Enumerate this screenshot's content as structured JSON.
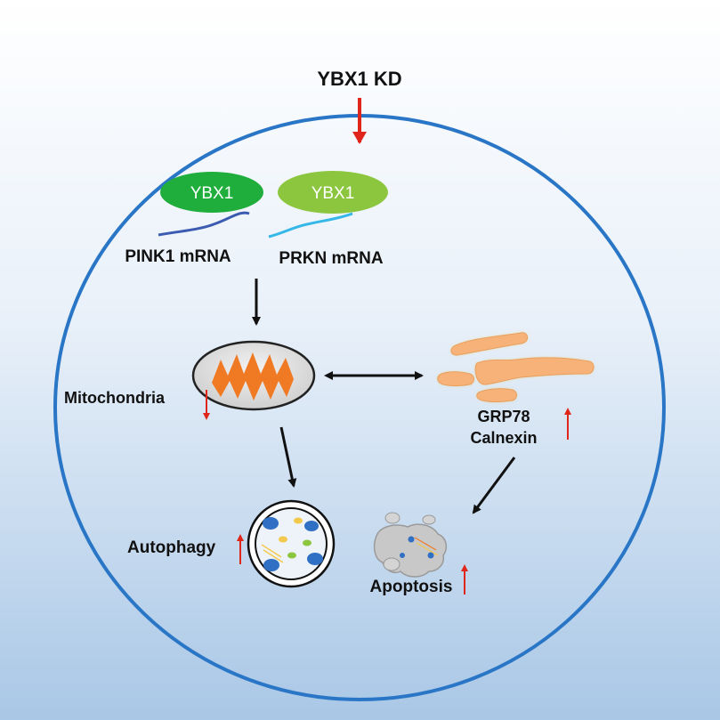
{
  "labels": {
    "trigger": "YBX1 KD",
    "ybx1_left": "YBX1",
    "ybx1_right": "YBX1",
    "pink1": "PINK1 mRNA",
    "prkn": "PRKN mRNA",
    "mitochondria": "Mitochondria",
    "grp78": "GRP78",
    "calnexin": "Calnexin",
    "autophagy": "Autophagy",
    "apoptosis": "Apoptosis"
  },
  "colors": {
    "background_top": "#ffffff",
    "background_bottom": "#a9c7e6",
    "cell_border": "#2a76c6",
    "ybx1_dark": "#1fae3c",
    "ybx1_light": "#8cc63f",
    "mrna_dark": "#3a5bb0",
    "mrna_light": "#35b7e8",
    "mito_fill": "#dcdcdc",
    "mito_inner": "#f07a24",
    "er_fill": "#f7b27a",
    "up_arrow": "#e0261a",
    "down_arrow": "#e0261a",
    "black_arrow": "#111111"
  },
  "icons": {
    "trigger_arrow": "down-arrow-icon",
    "mito_level": "down-arrow-icon",
    "er_markers_level": "up-arrow-icon",
    "autophagy_level": "up-arrow-icon",
    "apoptosis_level": "up-arrow-icon"
  }
}
